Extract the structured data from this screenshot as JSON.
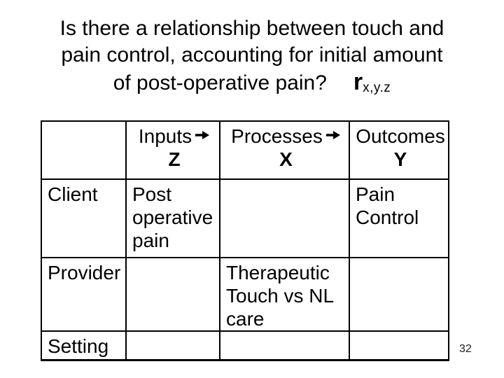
{
  "slide": {
    "title": {
      "line1": "Is there a relationship between touch and",
      "line2": "pain control, accounting for initial amount",
      "line3": "of post-operative pain?",
      "notation_base": "r",
      "notation_subscript": "x,y.z"
    },
    "page_number": "32"
  },
  "table": {
    "columns": [
      {
        "header": "",
        "letter": "",
        "has_arrow": false
      },
      {
        "header": "Inputs",
        "letter": "Z",
        "has_arrow": true
      },
      {
        "header": "Processes",
        "letter": "X",
        "has_arrow": true
      },
      {
        "header": "Outcomes",
        "letter": "Y",
        "has_arrow": false
      }
    ],
    "rows": [
      {
        "label": "Client",
        "cells": {
          "inputs": "Post operative pain",
          "processes": "",
          "outcomes": "Pain Control"
        }
      },
      {
        "label": "Provider",
        "cells": {
          "inputs": "",
          "processes": "Therapeutic Touch vs NL care",
          "outcomes": ""
        }
      },
      {
        "label": "Setting",
        "cells": {
          "inputs": "",
          "processes": "",
          "outcomes": ""
        }
      }
    ]
  },
  "colors": {
    "background": "#ffffff",
    "text": "#000000",
    "border": "#000000"
  }
}
